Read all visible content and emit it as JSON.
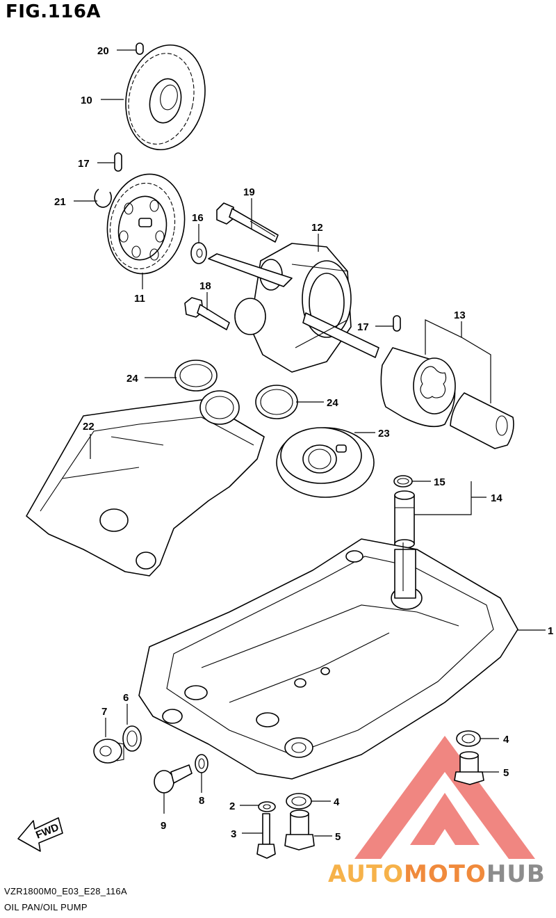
{
  "figure": {
    "title": "FIG.116A"
  },
  "footer": {
    "code": "VZR1800M0_E03_E28_116A",
    "name": "OIL PAN/OIL PUMP"
  },
  "watermark": {
    "part1": "AUTO",
    "part2": "MOTO",
    "part3": "HUB",
    "colors": {
      "auto": "#f6b24a",
      "moto": "#f08a3c",
      "hub": "#8c8c8c",
      "logo": "#e8423a"
    }
  },
  "fwd_label": "FWD",
  "callouts": [
    {
      "id": "c20",
      "num": "20"
    },
    {
      "id": "c10",
      "num": "10"
    },
    {
      "id": "c17a",
      "num": "17"
    },
    {
      "id": "c21",
      "num": "21"
    },
    {
      "id": "c19",
      "num": "19"
    },
    {
      "id": "c16",
      "num": "16"
    },
    {
      "id": "c12",
      "num": "12"
    },
    {
      "id": "c18",
      "num": "18"
    },
    {
      "id": "c11",
      "num": "11"
    },
    {
      "id": "c17b",
      "num": "17"
    },
    {
      "id": "c13",
      "num": "13"
    },
    {
      "id": "c24a",
      "num": "24"
    },
    {
      "id": "c22",
      "num": "22"
    },
    {
      "id": "c24b",
      "num": "24"
    },
    {
      "id": "c23",
      "num": "23"
    },
    {
      "id": "c15",
      "num": "15"
    },
    {
      "id": "c14",
      "num": "14"
    },
    {
      "id": "c1",
      "num": "1"
    },
    {
      "id": "c7",
      "num": "7"
    },
    {
      "id": "c6",
      "num": "6"
    },
    {
      "id": "c4a",
      "num": "4"
    },
    {
      "id": "c5a",
      "num": "5"
    },
    {
      "id": "c8",
      "num": "8"
    },
    {
      "id": "c9",
      "num": "9"
    },
    {
      "id": "c2",
      "num": "2"
    },
    {
      "id": "c4b",
      "num": "4"
    },
    {
      "id": "c3",
      "num": "3"
    },
    {
      "id": "c5b",
      "num": "5"
    }
  ]
}
